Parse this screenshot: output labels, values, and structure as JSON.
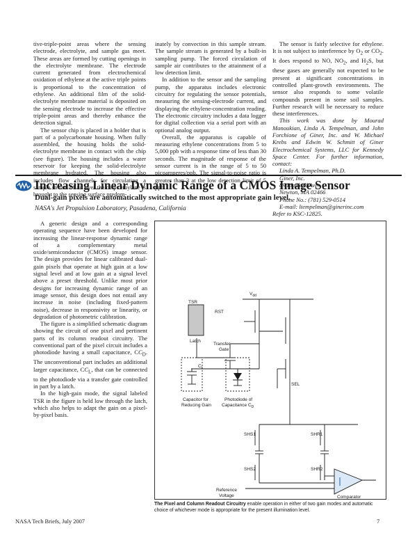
{
  "col1": {
    "p1": "tive-triple-point areas where the sensing electrode, electrolyte, and sample gas meet. These areas are formed by cutting openings in the electrolyte membrane. The electrode current generated from electrochemical oxidation of ethylene at the active triple points is proportional to the concentration of ethylene. An additional film of the solid-electrolyte membrane material is deposited on the sensing electrode to increase the effective triple-point areas and thereby enhance the detection signal.",
    "p2": "The sensor chip is placed in a holder that is part of a polycarbonate housing. When fully assembled, the housing holds the solid-electrolyte membrane in contact with the chip (see figure). The housing includes a water reservoir for keeping the solid-electrolyte membrane hydrated. The housing also includes flow channels for circulating a sample stream of air over the chip: ethylene is brought to the sensing surface predom-"
  },
  "col2": {
    "p1": "inately by convection in this sample stream. The sample stream is generated by a built-in sampling pump. The forced circulation of sample air contributes to the attainment of a low detection limit.",
    "p2": "In addition to the sensor and the sampling pump, the apparatus includes electronic circuitry for regulating the sensor potentials, measuring the sensing-electrode current, and displaying the ethylene-concentration reading. The electronic circuitry includes a data logger for digital collection via a serial port with an optional analog output.",
    "p3": "Overall, the apparatus is capable of measuring ethylene concentrations from 5 to 5,000 ppb with a response time of less than 30 seconds. The magnitude of response of the sensor current is in the range of 5 to 50 picoamperes/ppb. The signal-to-noise ratio is greater than 3 at the low detection limit of 5 ppb."
  },
  "col3": {
    "p1a": "The sensor is fairly selective for ethylene. It is not subject to interference by O",
    "p1b": " or CO",
    "p1c": ". It does respond to NO, NO",
    "p1d": ", and H",
    "p1e": "S, but these gases are generally not expected to be present at significant concentrations in controlled plant-growth environments. The sensor also responds to some volatile compounds present in some soil samples. Further research will be necessary to reduce these interferences.",
    "credit": "This work was done by Mourad Manoukian, Linda A. Tempelman, and John Forchione of Giner, Inc. and W. Michael Krebs and Edwin W. Schmitt of Giner Electrochemical Systems, LLC for Kennedy Space Center. For further information, contact:",
    "contact": [
      "Linda A. Tempelman, Ph.D.",
      "Giner, Inc.",
      "89 Rumford Ave.",
      "Newton, MA 02466",
      "Phone No.: (781) 529-0514",
      "E-mail: ltempelman@ginerinc.com"
    ],
    "refer": "Refer to KSC-12825."
  },
  "article": {
    "title": "Increasing Linear Dynamic Range of a CMOS Image Sensor",
    "subtitle": "Dual-gain pixels are automatically switched to the most appropriate gain level.",
    "org": "NASA's Jet Propulsion Laboratory, Pasadena, California"
  },
  "col4": {
    "p1": "A generic design and a corresponding operating sequence have been developed for increasing the linear-response dynamic range of a complementary metal oxide/semiconductor (CMOS) image sensor. The design provides for linear calibrated dual-gain pixels that operate at high gain at a low signal level and at low gain at a signal level above a preset threshold. Unlike most prior designs for increasing dynamic range of an image sensor, this design does not entail any increase in noise (including fixed-pattern noise), decrease in responsivity or linearity, or degradation of photometric calibration.",
    "p2a": "The figure is a simplified schematic diagram showing the circuit of one pixel and pertinent parts of its column readout circuitry. The conventional part of the pixel circuit includes a photodiode having a small capacitance, C",
    "p2b": ". The unconventional part includes an additional larger capacitance, C",
    "p2c": ", that can be connected to the photodiode via a transfer gate controlled in part by a latch.",
    "p3": "In the high-gain mode, the signal labeled TSR in the figure is held low through the latch, which also helps to adapt the gain on a pixel-by-pixel basis."
  },
  "figure": {
    "labels": {
      "vdd": "V",
      "vdd_sub": "dd",
      "tsr": "TSR",
      "rst": "RST",
      "latch": "Latch",
      "transfer1": "Transfer",
      "transfer2": "Gate",
      "cl": "C",
      "cl_sub": "L",
      "sel": "SEL",
      "cap1": "Capacitor for",
      "cap2": "Reducing Gain",
      "pd1": "Photodiode of",
      "pd2": "Capacitance C",
      "pd2_sub": "D",
      "shs1": "SHS1",
      "shr1": "SHR1",
      "shs2": "SHS2",
      "shr2": "SHR2",
      "ref1": "Reference",
      "ref2": "Voltage",
      "comparator": "Comparator"
    },
    "colors": {
      "latch_fill": "#c8c8c8",
      "comparator_fill": "#dbe8f5"
    }
  },
  "caption": {
    "bold": "The Pixel and Column Readout Circuitry",
    "text": " enable operation in either of two gain modes and automatic choice of whichever mode is appropriate for the present illumination level."
  },
  "footer": {
    "left": "NASA Tech Briefs, July 2007",
    "right": "7"
  },
  "subs": {
    "two": "2",
    "d": "D",
    "l": "L"
  }
}
